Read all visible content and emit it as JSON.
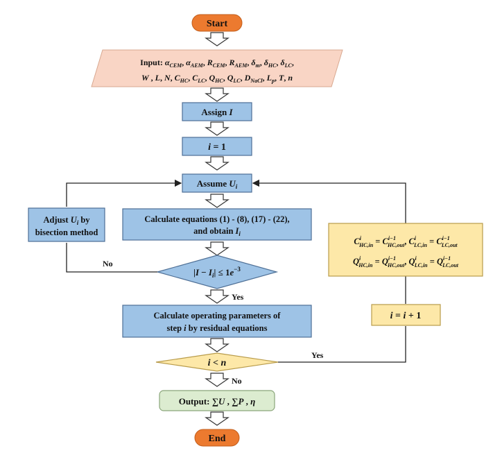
{
  "nodes": {
    "start": "Start",
    "input_line1": "Input: α_CEM , α_AEM , R_CEM , R_AEM , δ_m , δ_HC , δ_LC ,",
    "input_line2": "W , L, N, C_HC , C_LC , Q_HC , Q_LC , D_NaCl , L_p , T, n",
    "assign_I": "Assign I",
    "i_eq_1": "i = 1",
    "assume_U": "Assume U_i",
    "calc_eq_line1": "Calculate equations (1) - (8), (17) - (22),",
    "calc_eq_line2": "and obtain I_i",
    "adjust_line1": "Adjust U_i by",
    "adjust_line2": "bisection method",
    "decision_I": "|I − I_i| ≤ 1e^−3",
    "calc_op_line1": "Calculate operating parameters of",
    "calc_op_line2": "step i by residual equations",
    "decision_n": "i < n",
    "update_line1": "C^i_HC,in = C^i−1_HC,out , C^i_LC,in = C^i−1_LC,out",
    "update_line2": "Q^i_HC,in = Q^i−1_HC,out , Q^i_LC,in = Q^i−1_LC,out",
    "increment": "i = i + 1",
    "output": "Output: ∑U , ∑P , η",
    "end": "End"
  },
  "edge_labels": {
    "no_1": "No",
    "yes_1": "Yes",
    "yes_2": "Yes",
    "no_2": "No"
  },
  "colors": {
    "terminal": "#ec7a2f",
    "input": "#f9d5c5",
    "process": "#9ec3e6",
    "decision_blue": "#9ec3e6",
    "decision_yellow": "#fde8a8",
    "update": "#fde8a8",
    "output": "#dcecd0",
    "border": "#333333"
  }
}
